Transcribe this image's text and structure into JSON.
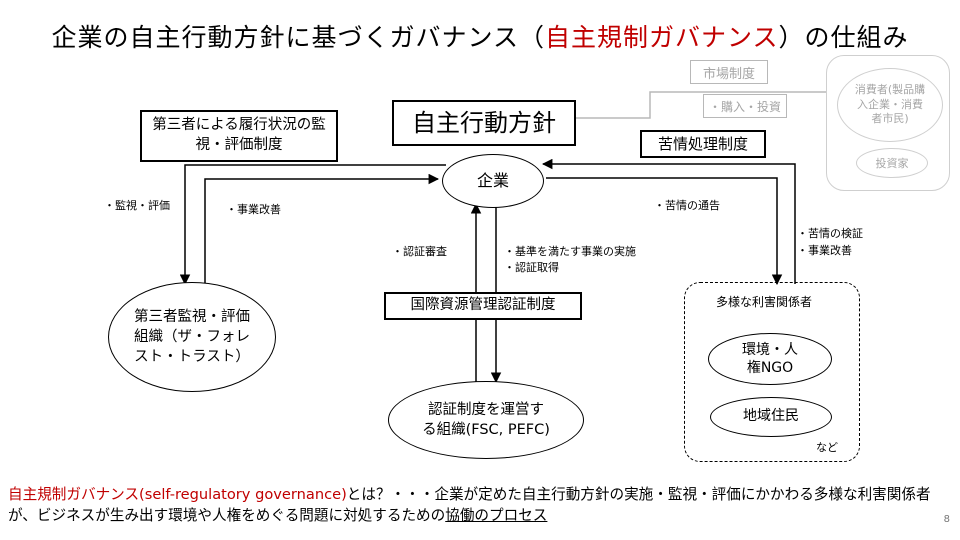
{
  "title": {
    "part1": "企業の自主行動方針に基づくガバナンス（",
    "red": "自主規制ガバナンス",
    "part2": "）の仕組み"
  },
  "nodes": {
    "policy": "自主行動方針",
    "company": "企業",
    "third_party_monitoring": "第三者による履行状況の監視・評価制度",
    "complaint_system": "苦情処理制度",
    "certification_system": "国際資源管理認証制度",
    "third_party_org": "第三者監視・評価組織（ザ・フォレスト・トラスト）",
    "cert_org": "認証制度を運営する組織(FSC, PEFC)",
    "stakeholders_title": "多様な利害関係者",
    "ngo": "環境・人権NGO",
    "residents": "地域住民",
    "etc": "など",
    "market_system": "市場制度",
    "purchase_invest": "・購入・投資",
    "consumers": "消費者(製品購入企業・消費者市民)",
    "investors": "投資家"
  },
  "edge_labels": {
    "monitor_eval": "・監視・評価",
    "business_improve": "・事業改善",
    "cert_audit": "・認証審査",
    "standards": "・基準を満たす事業の実施",
    "cert_acquire": "・認証取得",
    "complaint_notice": "・苦情の通告",
    "complaint_verify": "・苦情の検証",
    "business_improve2": "・事業改善"
  },
  "bottom_text": {
    "red": "自主規制ガバナンス(self-regulatory governance)",
    "part1": "とは？・・・企業が定めた自主行動方針の実施・監視・評価にかかわる多様な利害関係者が、ビジネスが生み出す環境や人権をめぐる問題に対処するための",
    "underlined": "協働のプロセス"
  },
  "page_number": "8"
}
